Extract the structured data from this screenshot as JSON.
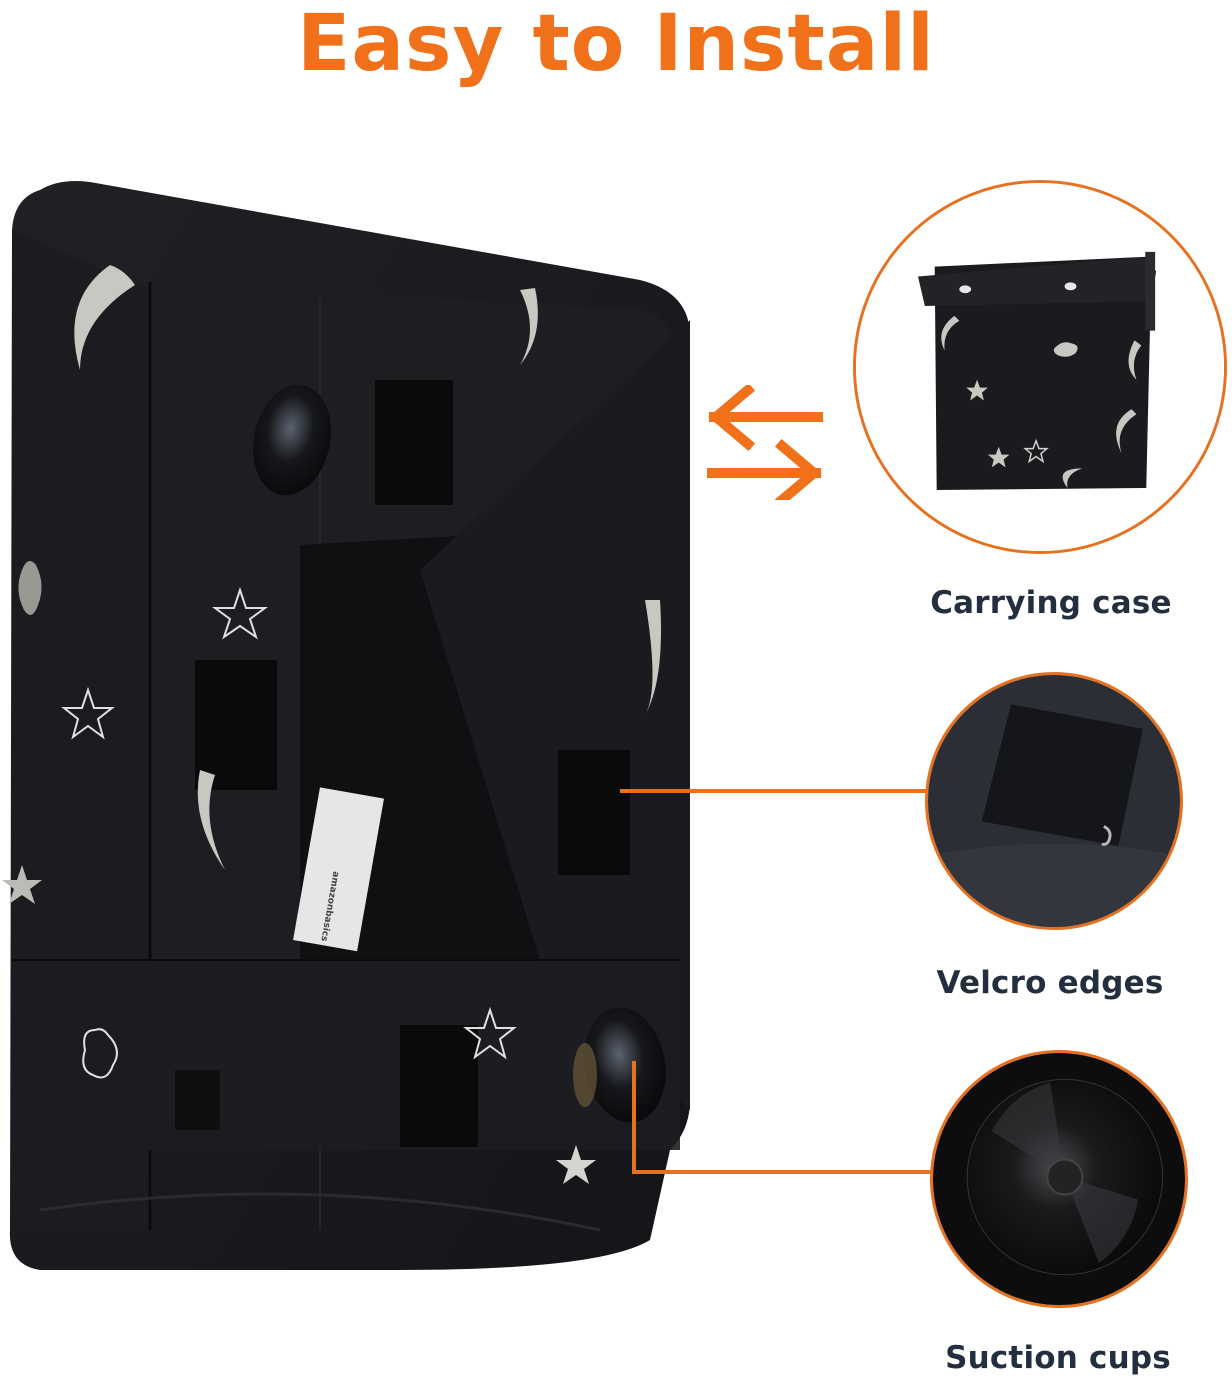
{
  "header": {
    "title": "Easy to Install"
  },
  "colors": {
    "accent": "#f0711a",
    "leader_line": "#e8711f",
    "label_text": "#232f3e",
    "fabric": "#17181b",
    "print": "#c9c7c2"
  },
  "product": {
    "description": "folded blackout curtain with moon, star and cloud print",
    "care_label_brand": "amazonbasics",
    "callout_icon": "swap-arrows-icon"
  },
  "features": [
    {
      "label": "Carrying case",
      "icon": "carrying-case-image"
    },
    {
      "label": "Velcro edges",
      "icon": "velcro-patch-image"
    },
    {
      "label": "Suction cups",
      "icon": "suction-cup-image"
    }
  ]
}
